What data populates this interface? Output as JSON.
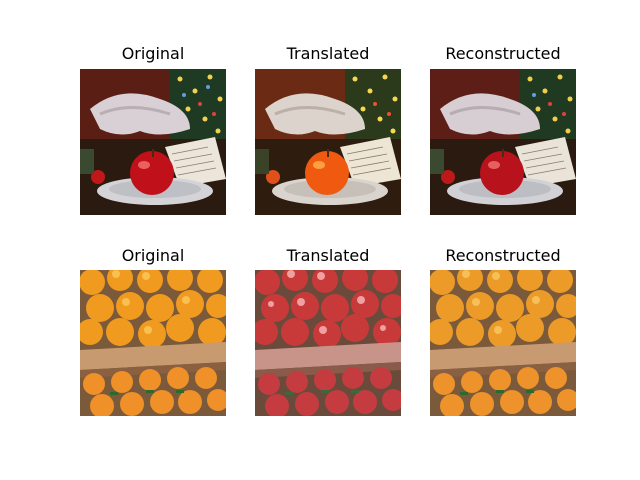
{
  "figure": {
    "rows": [
      {
        "panels": [
          {
            "title": "Original",
            "subject": "red apple on plate with Christmas lights and Dear Santa note"
          },
          {
            "title": "Translated",
            "subject": "orange-tinted apple on plate with Christmas lights and Dear Santa note"
          },
          {
            "title": "Reconstructed",
            "subject": "red apple on plate with Christmas lights and Dear Santa note"
          }
        ]
      },
      {
        "panels": [
          {
            "title": "Original",
            "subject": "crates of oranges"
          },
          {
            "title": "Translated",
            "subject": "crates of red apples"
          },
          {
            "title": "Reconstructed",
            "subject": "crates of oranges"
          }
        ]
      }
    ]
  },
  "colors": {
    "apple_red": "#c0101a",
    "apple_orange": "#f05a10",
    "orange_fruit": "#f09a20",
    "apple_fruit": "#c83a3a",
    "crate_wood": "#c89a70"
  }
}
